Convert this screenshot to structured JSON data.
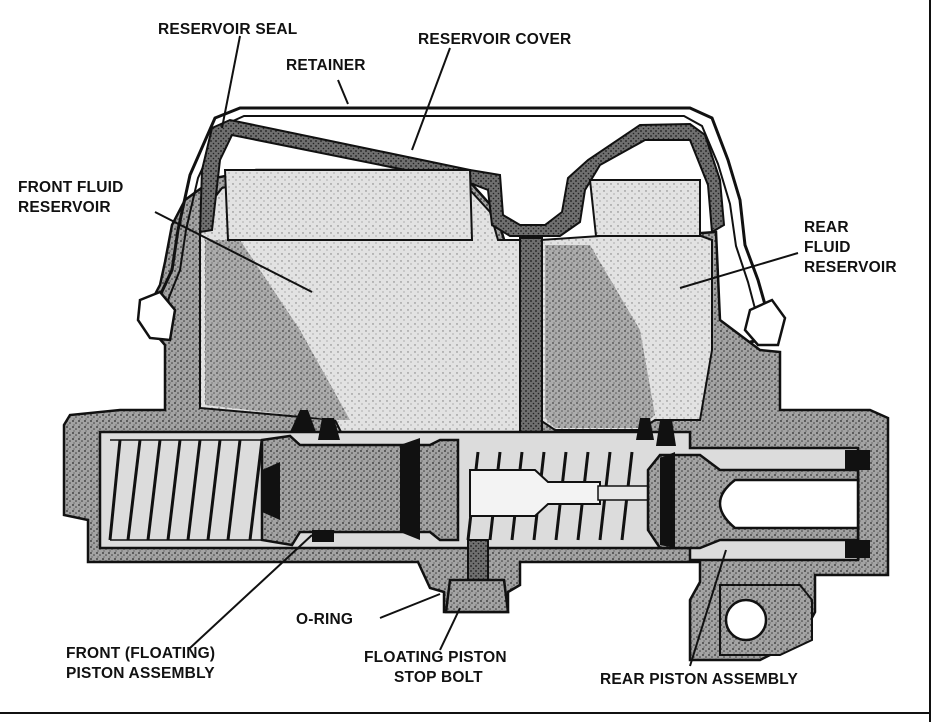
{
  "labels": {
    "reservoir_seal": "RESERVOIR SEAL",
    "reservoir_cover": "RESERVOIR COVER",
    "retainer": "RETAINER",
    "front_fluid_reservoir": [
      "FRONT FLUID",
      "RESERVOIR"
    ],
    "rear_fluid_reservoir": [
      "REAR",
      "FLUID",
      "RESERVOIR"
    ],
    "o_ring": "O-RING",
    "front_piston_assembly": [
      "FRONT (FLOATING)",
      "PISTON ASSEMBLY"
    ],
    "floating_piston_stop_bolt": [
      "FLOATING PISTON",
      "STOP BOLT"
    ],
    "rear_piston_assembly": "REAR PISTON ASSEMBLY"
  },
  "colors": {
    "ink": "#111111",
    "casting_fill": "#9a9a9a",
    "fluid_shade": "#d6d6d6",
    "paper": "#ffffff"
  }
}
